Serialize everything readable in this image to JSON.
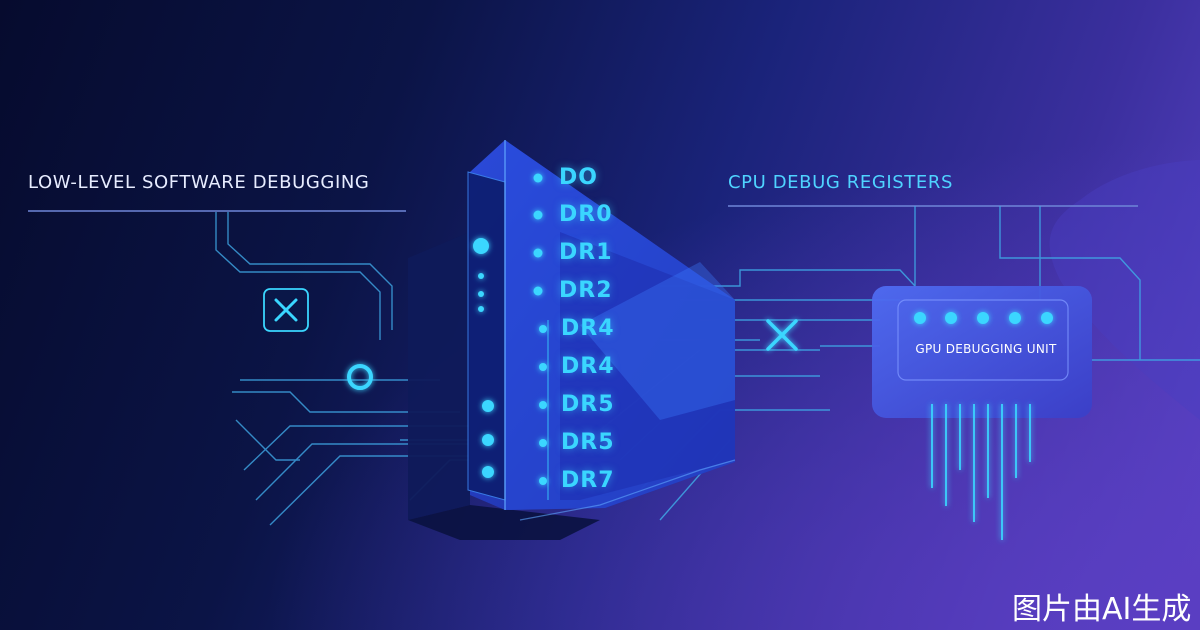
{
  "diagram": {
    "title_left": "LOW-LEVEL SOFTWARE DEBUGGING",
    "title_right": "CPU DEBUG REGISTERS",
    "registers": [
      "DO",
      "DR0",
      "DR1",
      "DR2",
      "DR4",
      "DR4",
      "DR5",
      "DR5",
      "DR7"
    ],
    "gpu_unit_label": "GPU DEBUGGING UNIT",
    "icons": [
      "close-icon",
      "ring-node-icon",
      "close-icon"
    ],
    "colors": {
      "accent": "#3ad6ff",
      "background_dark": "#060b2e",
      "background_light": "#5a45c8",
      "panel": "#3b4fe0"
    }
  },
  "watermark": "图片由AI生成"
}
